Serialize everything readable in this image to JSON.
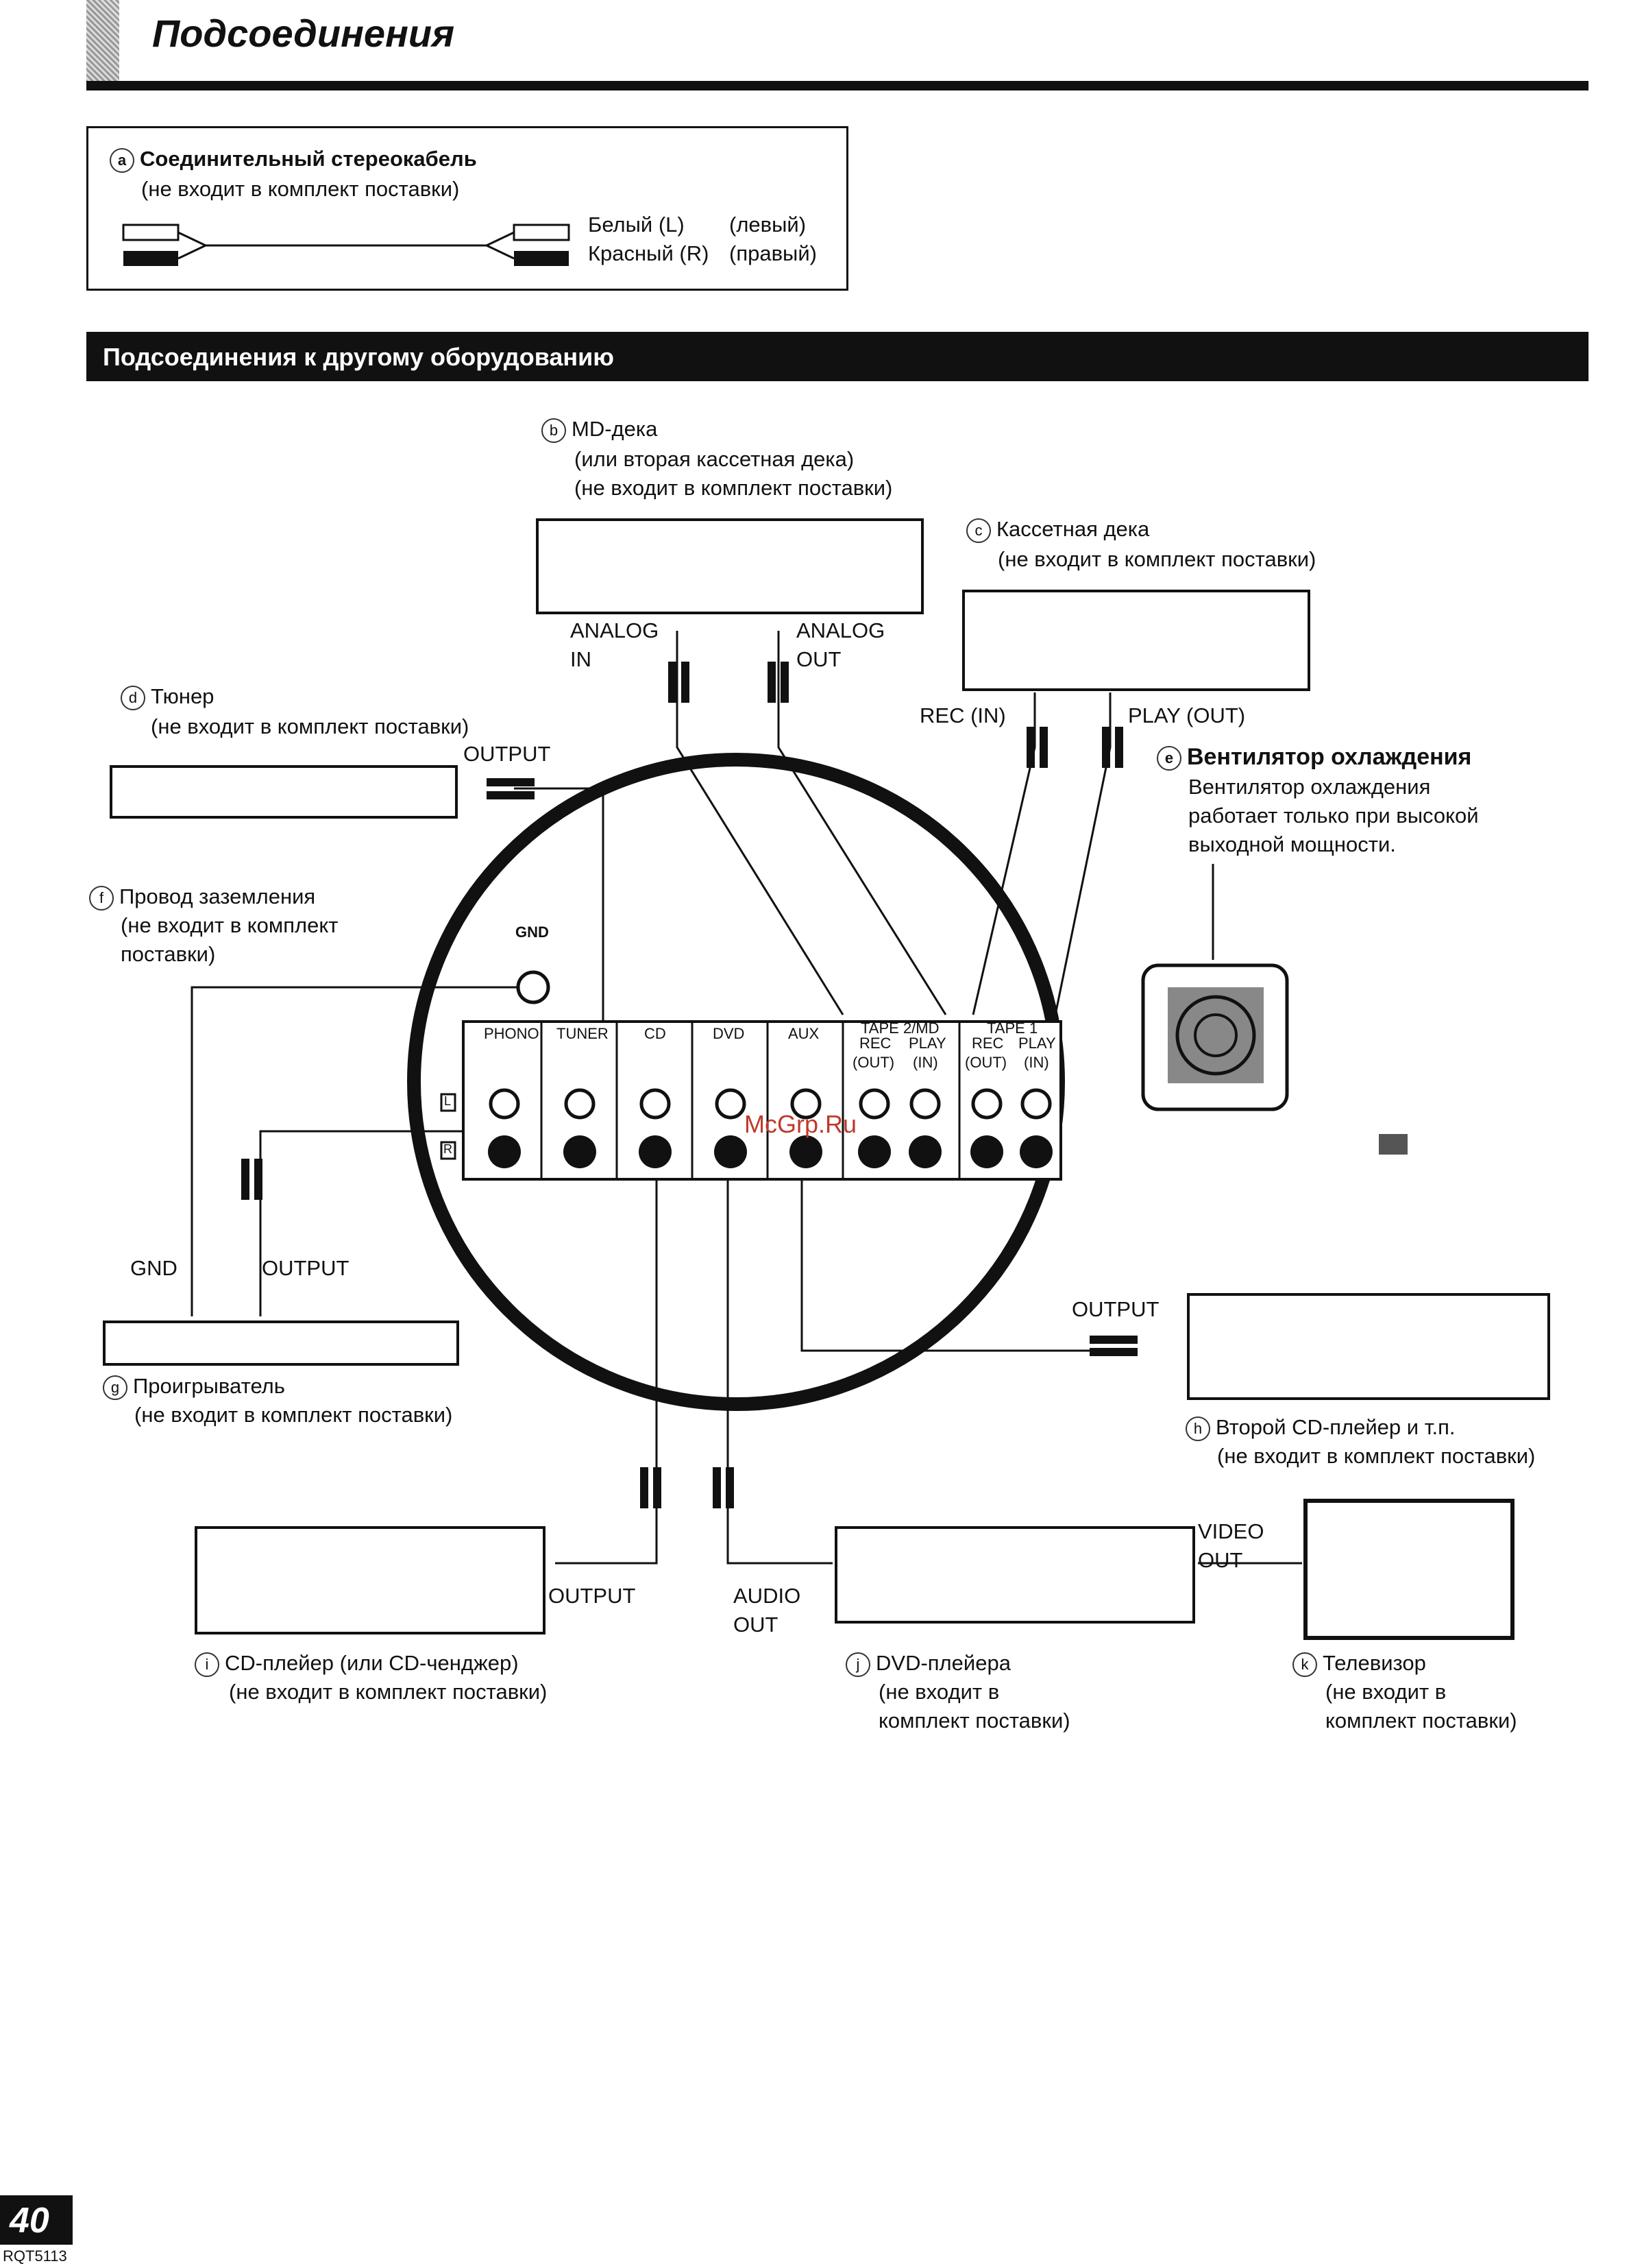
{
  "header": {
    "title": "Подсоединения"
  },
  "cable_box": {
    "letter": "a",
    "title": "Соединительный стереокабель",
    "note": "(не входит в комплект поставки)",
    "white_label": "Белый (L)",
    "white_side": "(левый)",
    "red_label": "Красный (R)",
    "red_side": "(правый)"
  },
  "section": {
    "title": "Подсоединения к другому оборудованию"
  },
  "devices": {
    "md_deck": {
      "letter": "b",
      "name": "MD-дека",
      "alt": "(или вторая кассетная дека)",
      "note": "(не входит в комплект поставки)"
    },
    "cassette": {
      "letter": "c",
      "name": "Кассетная дека",
      "note": "(не входит в комплект поставки)"
    },
    "tuner": {
      "letter": "d",
      "name": "Тюнер",
      "note": "(не входит в комплект поставки)"
    },
    "fan": {
      "letter": "e",
      "name": "Вентилятор охлаждения",
      "desc1": "Вентилятор охлаждения",
      "desc2": "работает только при высокой",
      "desc3": "выходной мощности."
    },
    "ground": {
      "letter": "f",
      "name": "Провод заземления",
      "note1": "(не входит в комплект",
      "note2": "поставки)"
    },
    "turntable": {
      "letter": "g",
      "name": "Проигрыватель",
      "note": "(не входит в комплект поставки)"
    },
    "cd2": {
      "letter": "h",
      "name": "Второй CD-плейер и т.п.",
      "note": "(не входит в комплект поставки)"
    },
    "cd": {
      "letter": "i",
      "name": "CD-плейер (или CD-ченджер)",
      "note": "(не входит в комплект поставки)"
    },
    "dvd": {
      "letter": "j",
      "name": "DVD-плейера",
      "note1": "(не входит в",
      "note2": "комплект поставки)"
    },
    "tv": {
      "letter": "k",
      "name": "Телевизор",
      "note1": "(не входит в",
      "note2": "комплект поставки)"
    }
  },
  "labels": {
    "analog_in_1": "ANALOG",
    "analog_in_2": "IN",
    "analog_out_1": "ANALOG",
    "analog_out_2": "OUT",
    "rec_in": "REC (IN)",
    "play_out": "PLAY (OUT)",
    "tuner_output": "OUTPUT",
    "gnd": "GND",
    "tt_output": "OUTPUT",
    "cd2_output": "OUTPUT",
    "cd_output": "OUTPUT",
    "audio_out_1": "AUDIO",
    "audio_out_2": "OUT",
    "video_out_1": "VIDEO",
    "video_out_2": "OUT"
  },
  "panel": {
    "gnd": "GND",
    "phono": "PHONO",
    "tuner": "TUNER",
    "cd": "CD",
    "dvd": "DVD",
    "aux": "AUX",
    "tape2": "TAPE 2/MD",
    "tape1": "TAPE 1",
    "rec": "REC",
    "out": "(OUT)",
    "play": "PLAY",
    "in": "(IN)",
    "left": "L",
    "right": "R"
  },
  "watermark": "McGrp.Ru",
  "footer": {
    "page": "40",
    "code": "RQT5113"
  }
}
